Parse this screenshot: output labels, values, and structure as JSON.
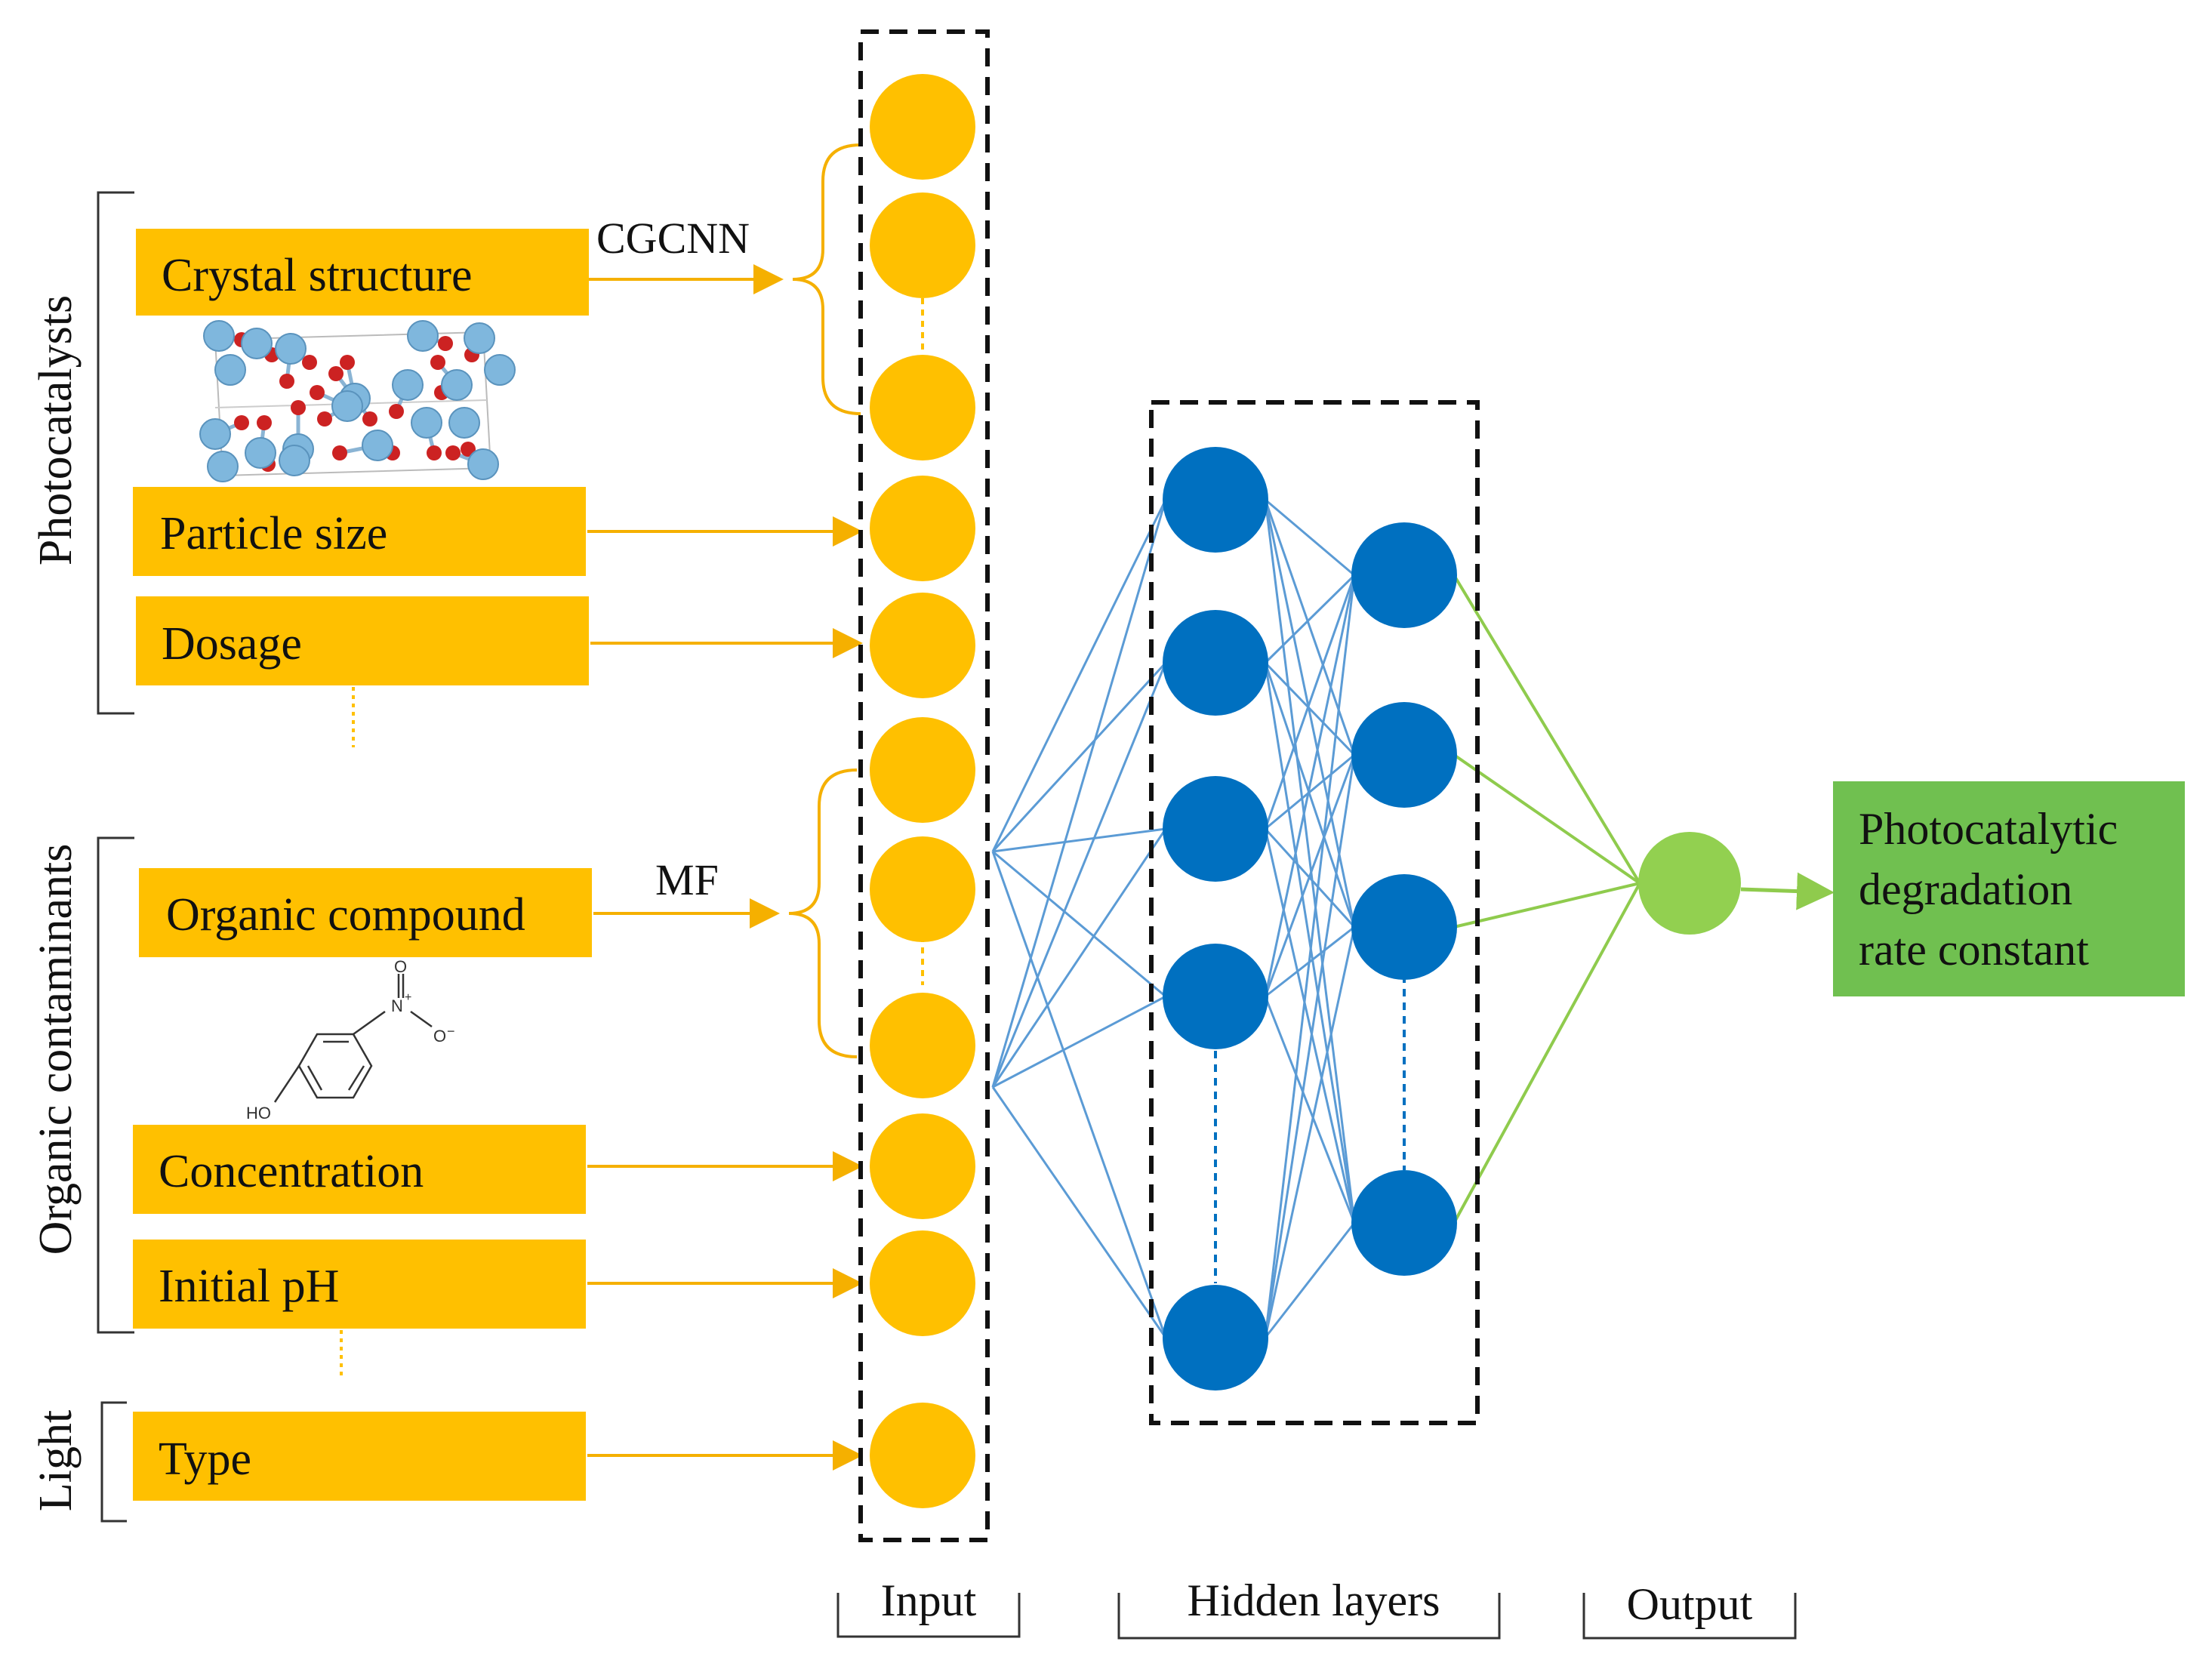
{
  "groups": {
    "photocatalysts": "Photocatalysts",
    "organic_contaminants": "Organic contaminants",
    "light": "Light"
  },
  "features": {
    "crystal_structure": "Crystal structure",
    "particle_size": "Particle size",
    "dosage": "Dosage",
    "organic_compound": "Organic compound",
    "concentration": "Concentration",
    "initial_ph": "Initial pH",
    "type": "Type"
  },
  "encoders": {
    "cgcnn": "CGCNN",
    "mf": "MF"
  },
  "chem_labels": {
    "nitrogen": "N",
    "nitrogen_charge": "+",
    "oxygen_top": "O",
    "oxygen_right": "O",
    "oxygen_charge": "−",
    "hydroxyl": "HO"
  },
  "output_label": {
    "line1": "Photocatalytic",
    "line2": "degradation",
    "line3": "rate constant"
  },
  "layers": {
    "input": "Input",
    "hidden": "Hidden layers",
    "output": "Output"
  },
  "colors": {
    "input_node": "#FFC000",
    "feature_box": "#FFC000",
    "hidden_node": "#0070C0",
    "hidden_edge": "#5B9BD5",
    "output_node": "#92D050",
    "output_box": "#70C050",
    "output_edge": "#8FCB4D",
    "arrow": "#F5B000",
    "atom_large": "#7FB7DD",
    "atom_small": "#CC2222"
  }
}
